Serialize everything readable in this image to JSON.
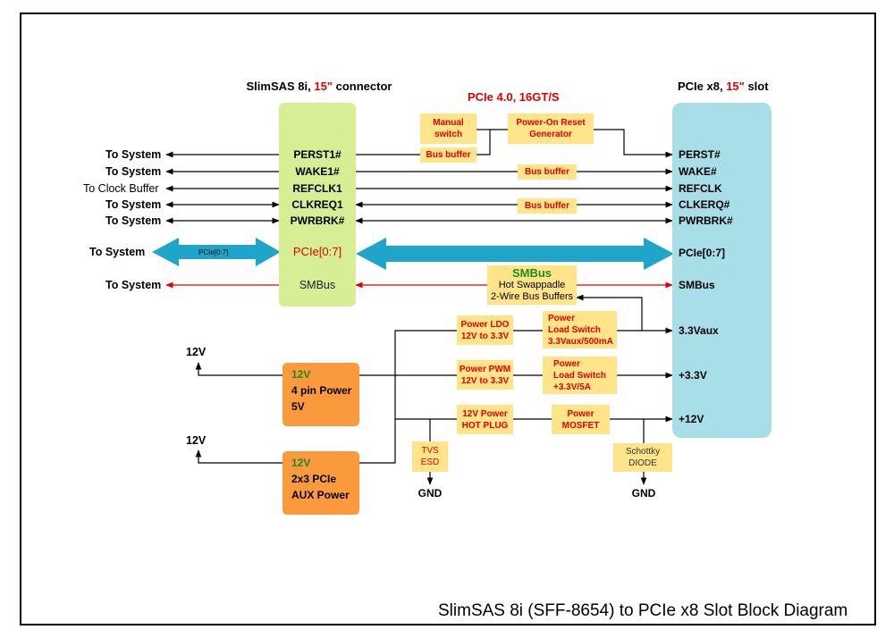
{
  "diagram": {
    "footer_title": "SlimSAS 8i (SFF-8654) to PCIe x8 Slot Block Diagram",
    "center_title": "PCIe 4.0, 16GT/S",
    "colors": {
      "connector": "#d6ef94",
      "slot": "#a7dee8",
      "buffer": "#ffe48a",
      "power_source": "#fb9a3c",
      "arrow_blue": "#1fa5c9",
      "red_text": "#e00000",
      "green_text": "#1e8a1e"
    }
  },
  "left_connector": {
    "title_plain": "SlimSAS 8i, ",
    "title_accent": "15\"",
    "title_suffix": " connector",
    "pins": [
      "PERST1#",
      "WAKE1#",
      "REFCLK1",
      "CLKREQ1",
      "PWRBRK#"
    ],
    "pcie_label": "PCIe[0:7]",
    "smbus_label": "SMBus"
  },
  "right_slot": {
    "title_plain": "PCIe x8, ",
    "title_accent": "15\"",
    "title_suffix": " slot",
    "pins": [
      "PERST#",
      "WAKE#",
      "REFCLK",
      "CLKERQ#",
      "PWRBRK#"
    ],
    "pcie_label": "PCIe[0:7]",
    "smbus_label": "SMBus",
    "rails": [
      "3.3Vaux",
      "+3.3V",
      "+12V"
    ]
  },
  "system_labels": [
    "To System",
    "To System",
    "To Clock Buffer",
    "To System",
    "To System"
  ],
  "pcie_to_system": "To System",
  "pcie_small_label": "PCIe[0:7]",
  "smbus_to_system": "To System",
  "buffers": {
    "manual_switch": [
      "Manual",
      "switch"
    ],
    "por_generator": [
      "Power-On Reset",
      "Generator"
    ],
    "bus_buffer_perst": "Bus buffer",
    "bus_buffer_wake": "Bus buffer",
    "bus_buffer_clkreq": "Bus buffer"
  },
  "smbus_buffer": {
    "title": "SMBus",
    "line1": "Hot Swappadle",
    "line2": "2-Wire Bus Buffers"
  },
  "power_blocks": {
    "ldo": [
      "Power LDO",
      "12V to 3.3V"
    ],
    "load_switch_aux": [
      "Power",
      "Load Switch",
      "3.3Vaux/500mA"
    ],
    "pwm": [
      "Power PWM",
      "12V to 3.3V"
    ],
    "load_switch_33": [
      "Power",
      "Load Switch",
      "+3.3V/5A"
    ],
    "hot_plug": [
      "12V Power",
      "HOT PLUG"
    ],
    "mosfet": [
      "Power",
      "MOSFET"
    ],
    "tvs": [
      "TVS",
      "ESD"
    ],
    "schottky": [
      "Schottky",
      "DIODE"
    ]
  },
  "sources": {
    "four_pin": {
      "title": "12V",
      "line1": "4 pin Power",
      "line2": "5V"
    },
    "aux": {
      "title": "12V",
      "line1": "2x3 PCIe",
      "line2": "AUX Power"
    },
    "input_top": "12V",
    "input_bottom": "12V"
  },
  "gnd": [
    "GND",
    "GND"
  ]
}
